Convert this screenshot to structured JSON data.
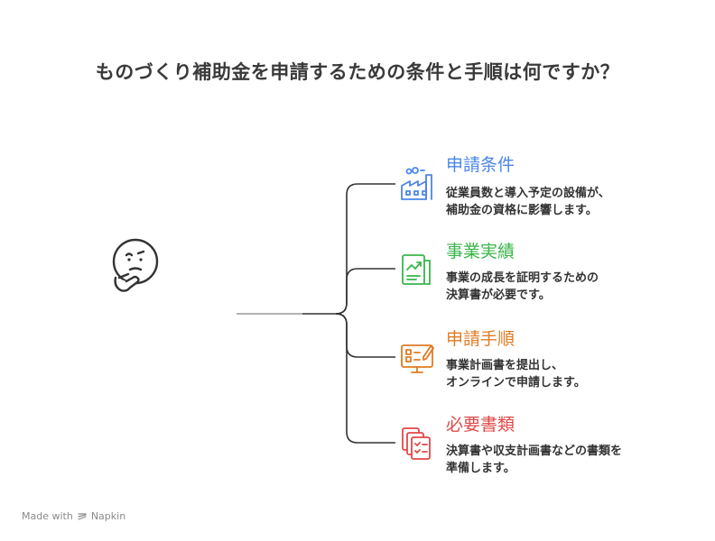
{
  "title": "ものづくり補助金を申請するための条件と手順は何ですか？",
  "items": [
    {
      "title": "申請条件",
      "desc_line1": "従業員数と導入予定の設備が、",
      "desc_line2": "補助金の資格に影響します。",
      "color": "#4a86e8",
      "icon": "factory-icon"
    },
    {
      "title": "事業実績",
      "desc_line1": "事業の成長を証明するための",
      "desc_line2": "決算書が必要です。",
      "color": "#3ab54a",
      "icon": "growth-report-icon"
    },
    {
      "title": "申請手順",
      "desc_line1": "事業計画書を提出し、",
      "desc_line2": "オンラインで申請します。",
      "color": "#e07b24",
      "icon": "online-application-icon"
    },
    {
      "title": "必要書類",
      "desc_line1": "決算書や収支計画書などの書類を",
      "desc_line2": "準備します。",
      "color": "#e04848",
      "icon": "documents-icon"
    }
  ],
  "footer": {
    "made_with": "Made with",
    "brand": "Napkin"
  }
}
